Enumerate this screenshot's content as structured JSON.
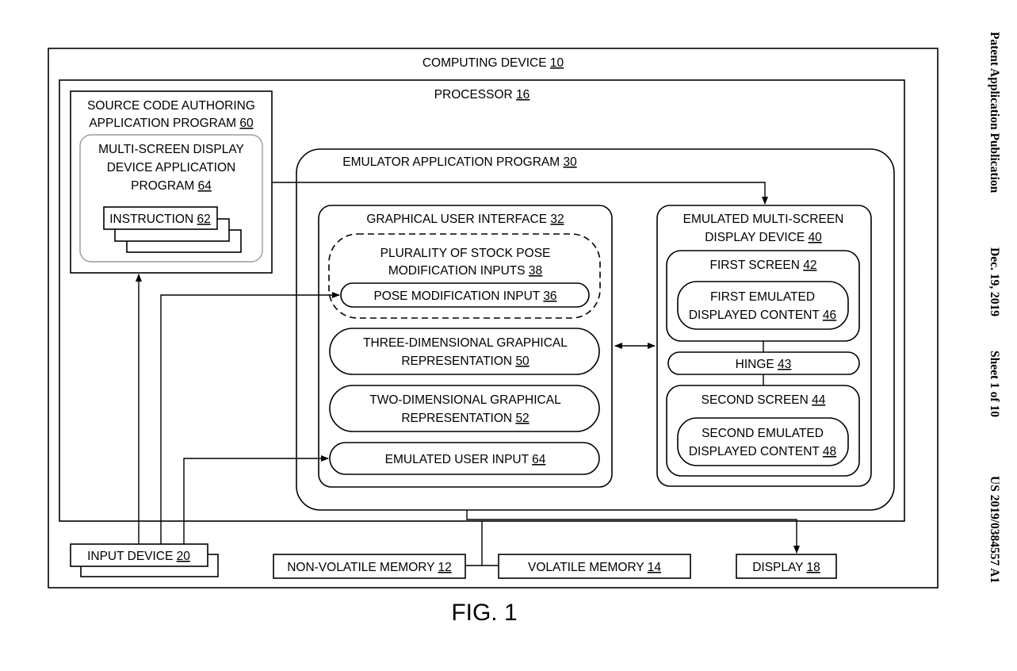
{
  "header": {
    "publication": "Patent Application Publication",
    "date": "Dec. 19, 2019",
    "sheet": "Sheet 1 of 10",
    "patent_number": "US 2019/0384557 A1"
  },
  "figure_label": "FIG. 1",
  "blocks": {
    "computing_device": {
      "label": "COMPUTING DEVICE",
      "ref": "10"
    },
    "processor": {
      "label": "PROCESSOR",
      "ref": "16"
    },
    "source_code": {
      "line1": "SOURCE CODE AUTHORING",
      "line2": "APPLICATION PROGRAM",
      "ref": "60"
    },
    "multi_screen_app": {
      "line1": "MULTI-SCREEN DISPLAY",
      "line2": "DEVICE APPLICATION",
      "line3": "PROGRAM",
      "ref": "64"
    },
    "instruction": {
      "label": "INSTRUCTION",
      "ref": "62"
    },
    "emulator": {
      "label": "EMULATOR APPLICATION PROGRAM",
      "ref": "30"
    },
    "gui": {
      "label": "GRAPHICAL USER INTERFACE",
      "ref": "32"
    },
    "stock_pose": {
      "line1": "PLURALITY OF STOCK POSE",
      "line2": "MODIFICATION INPUTS",
      "ref": "38"
    },
    "pose_input": {
      "label": "POSE MODIFICATION INPUT",
      "ref": "36"
    },
    "three_d": {
      "line1": "THREE-DIMENSIONAL GRAPHICAL",
      "line2": "REPRESENTATION",
      "ref": "50"
    },
    "two_d": {
      "line1": "TWO-DIMENSIONAL GRAPHICAL",
      "line2": "REPRESENTATION",
      "ref": "52"
    },
    "emulated_input": {
      "label": "EMULATED USER INPUT",
      "ref": "64"
    },
    "emulated_device": {
      "line1": "EMULATED MULTI-SCREEN",
      "line2": "DISPLAY DEVICE",
      "ref": "40"
    },
    "first_screen": {
      "label": "FIRST SCREEN",
      "ref": "42"
    },
    "first_content": {
      "line1": "FIRST EMULATED",
      "line2": "DISPLAYED CONTENT",
      "ref": "46"
    },
    "hinge": {
      "label": "HINGE",
      "ref": "43"
    },
    "second_screen": {
      "label": "SECOND SCREEN",
      "ref": "44"
    },
    "second_content": {
      "line1": "SECOND EMULATED",
      "line2": "DISPLAYED CONTENT",
      "ref": "48"
    },
    "input_device": {
      "label": "INPUT DEVICE",
      "ref": "20"
    },
    "nonvolatile": {
      "label": "NON-VOLATILE MEMORY",
      "ref": "12"
    },
    "volatile": {
      "label": "VOLATILE MEMORY",
      "ref": "14"
    },
    "display": {
      "label": "DISPLAY",
      "ref": "18"
    }
  }
}
